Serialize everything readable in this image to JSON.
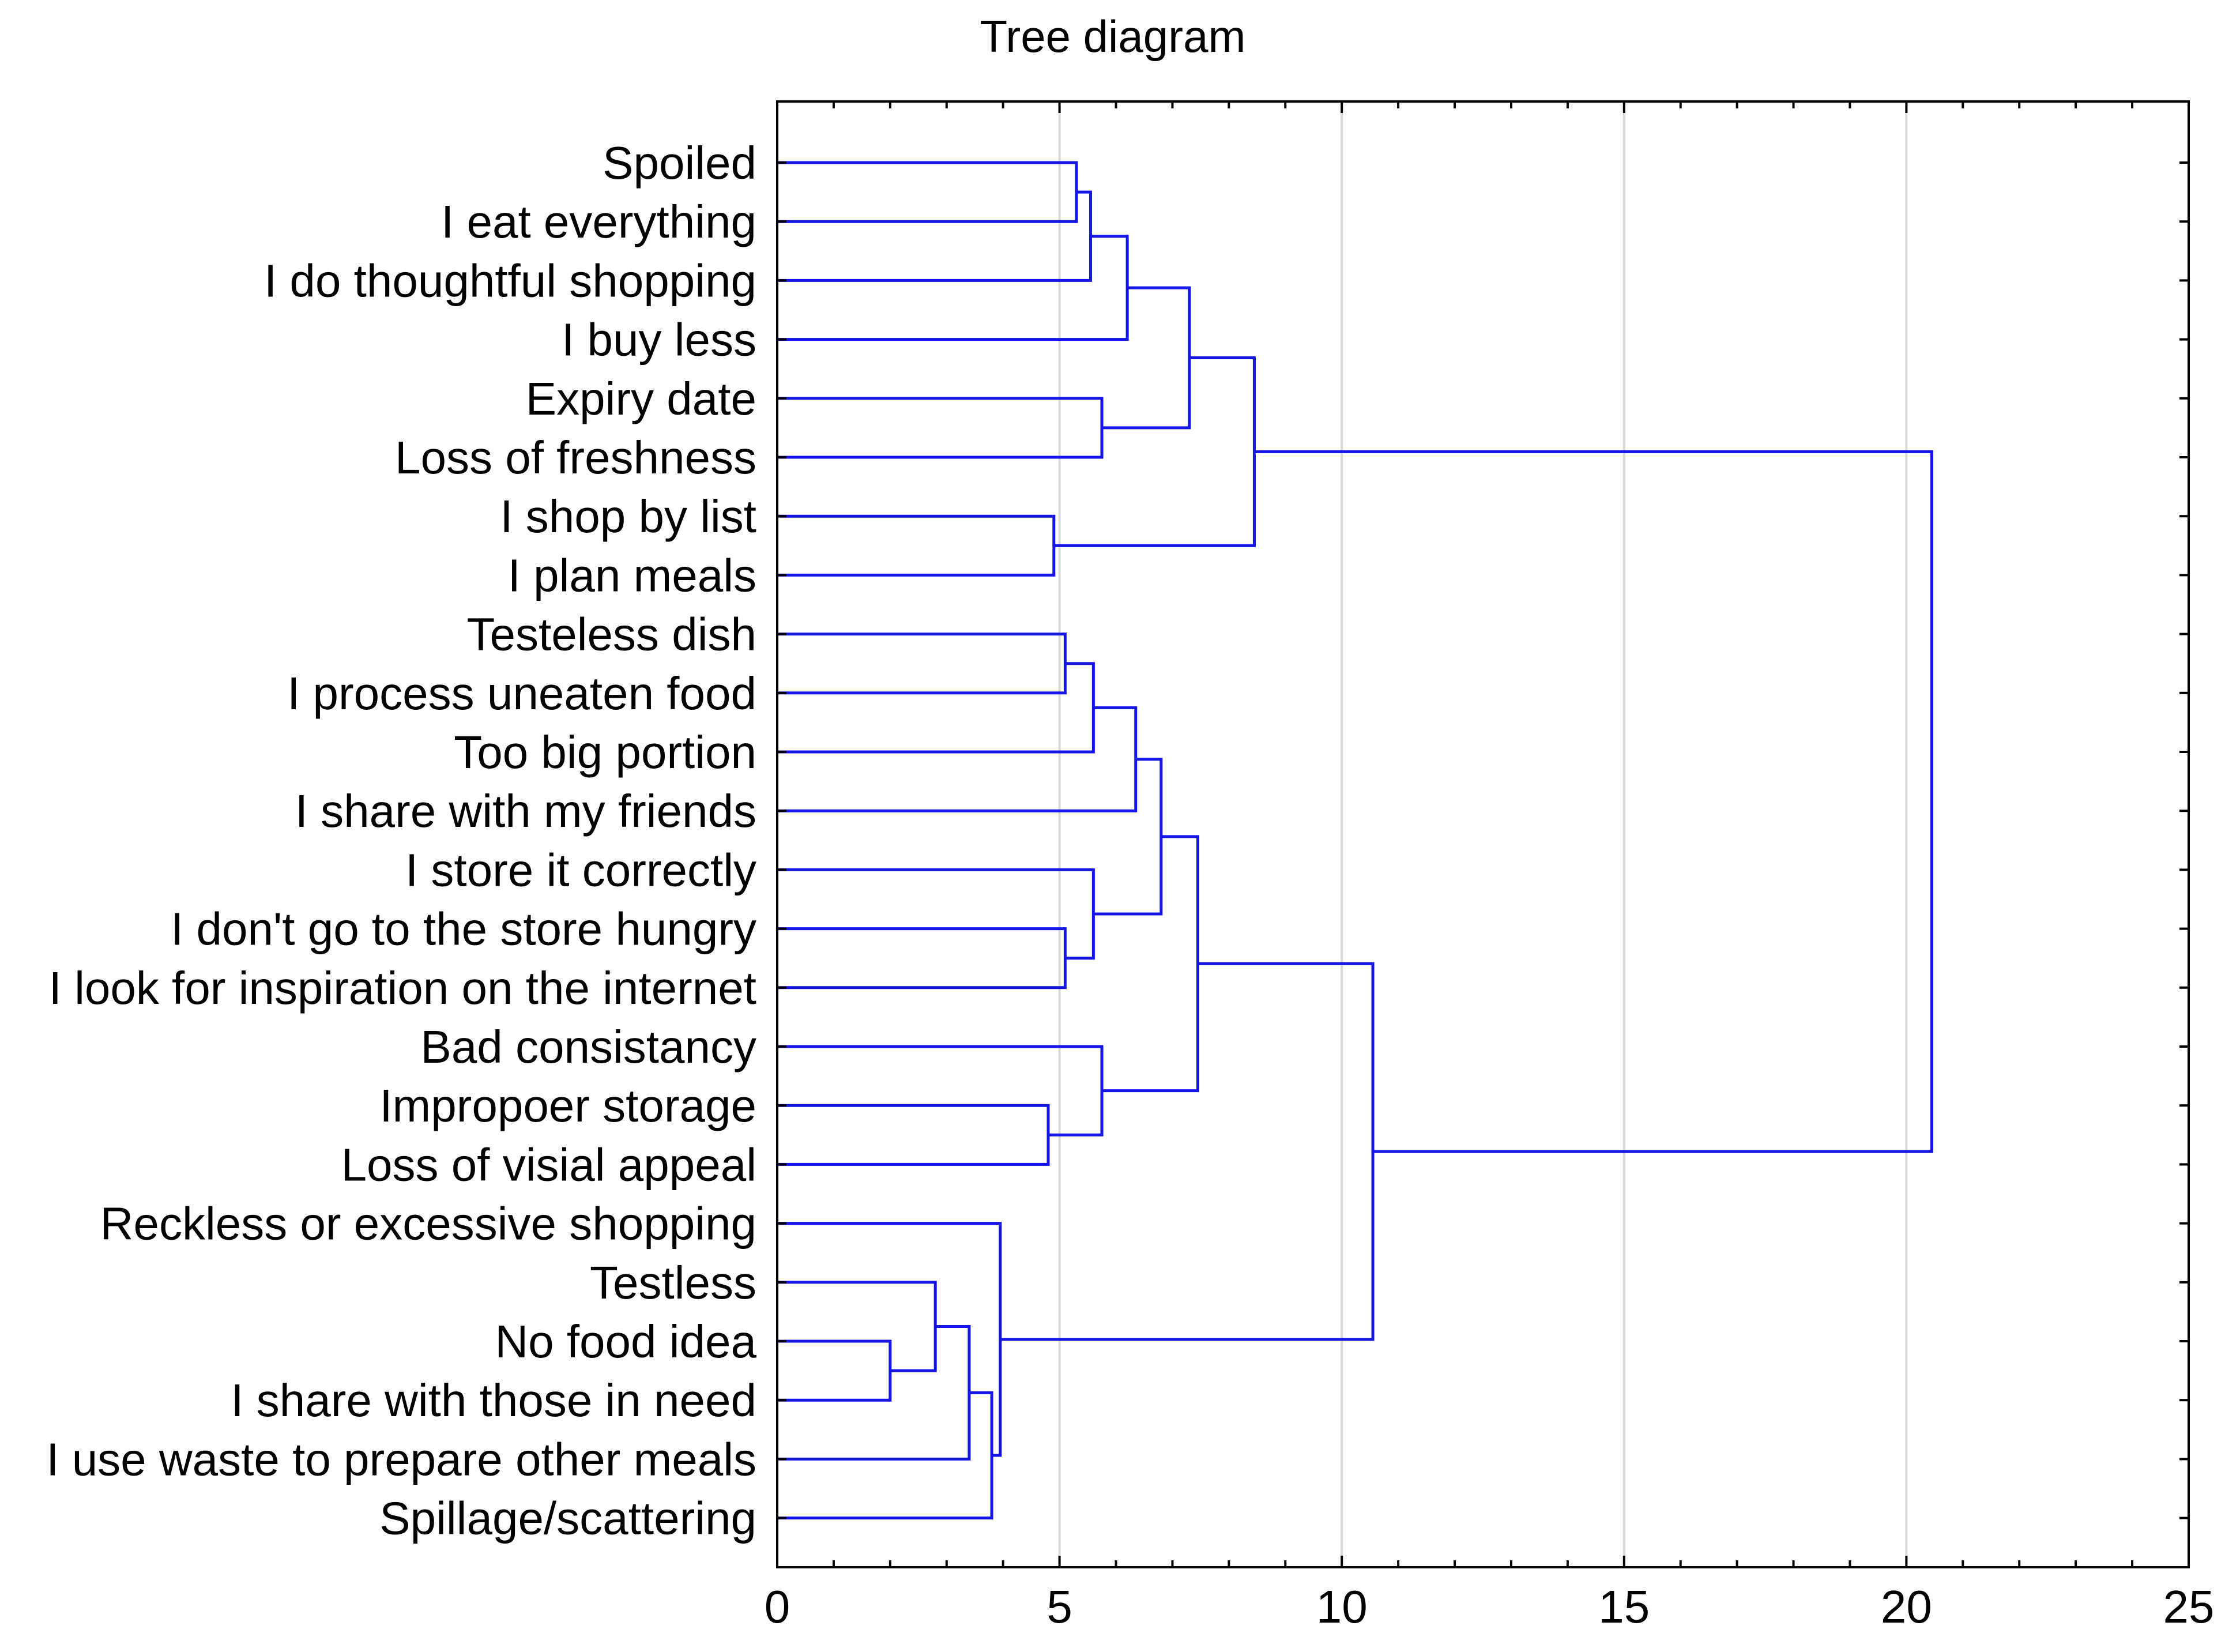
{
  "chart_data": {
    "type": "dendrogram",
    "title": "Tree diagram",
    "xlim": [
      0,
      25
    ],
    "x_ticks": [
      "0",
      "5",
      "10",
      "15",
      "20",
      "25"
    ],
    "x_tick_values": [
      0,
      5,
      10,
      15,
      20,
      25
    ],
    "minor_tick_step": 1,
    "grid": "vertical",
    "leaves": [
      "Spoiled",
      "I eat everything",
      "I do thoughtful shopping",
      "I buy less",
      "Expiry date",
      "Loss of freshness",
      "I shop by list",
      "I plan meals",
      "Testeless dish",
      "I process uneaten food",
      "Too big portion",
      "I share with my friends",
      "I store it correctly",
      "I don't go to the store hungry",
      "I look for inspiration on the internet",
      "Bad consistancy",
      "Impropoer storage",
      "Loss of visial appeal",
      "Reckless or excessive shopping",
      "Testless",
      "No food idea",
      "I share with those in need",
      "I use waste to prepare other meals",
      "Spillage/scattering"
    ],
    "merges": [
      {
        "id": "A",
        "a": 0,
        "b": 1,
        "height": 5.3
      },
      {
        "id": "B",
        "a": "A",
        "b": 2,
        "height": 5.55
      },
      {
        "id": "C",
        "a": "B",
        "b": 3,
        "height": 6.2
      },
      {
        "id": "D",
        "a": 4,
        "b": 5,
        "height": 5.75
      },
      {
        "id": "E",
        "a": "C",
        "b": "D",
        "height": 7.3
      },
      {
        "id": "F",
        "a": 6,
        "b": 7,
        "height": 4.9
      },
      {
        "id": "G",
        "a": "E",
        "b": "F",
        "height": 8.45
      },
      {
        "id": "H",
        "a": 8,
        "b": 9,
        "height": 5.1
      },
      {
        "id": "I",
        "a": "H",
        "b": 10,
        "height": 5.6
      },
      {
        "id": "J",
        "a": "I",
        "b": 11,
        "height": 6.35
      },
      {
        "id": "K",
        "a": 13,
        "b": 14,
        "height": 5.1
      },
      {
        "id": "L",
        "a": 12,
        "b": "K",
        "height": 5.6
      },
      {
        "id": "M",
        "a": "J",
        "b": "L",
        "height": 6.8
      },
      {
        "id": "N",
        "a": 16,
        "b": 17,
        "height": 4.8
      },
      {
        "id": "O",
        "a": 15,
        "b": "N",
        "height": 5.75
      },
      {
        "id": "P",
        "a": "M",
        "b": "O",
        "height": 7.45
      },
      {
        "id": "Q",
        "a": 20,
        "b": 21,
        "height": 2.0
      },
      {
        "id": "R",
        "a": 19,
        "b": "Q",
        "height": 2.8
      },
      {
        "id": "S",
        "a": "R",
        "b": 22,
        "height": 3.4
      },
      {
        "id": "T",
        "a": "S",
        "b": 23,
        "height": 3.8
      },
      {
        "id": "U",
        "a": 18,
        "b": "T",
        "height": 3.95
      },
      {
        "id": "V",
        "a": "P",
        "b": "U",
        "height": 10.55
      },
      {
        "id": "W",
        "a": "G",
        "b": "V",
        "height": 20.45
      }
    ]
  }
}
